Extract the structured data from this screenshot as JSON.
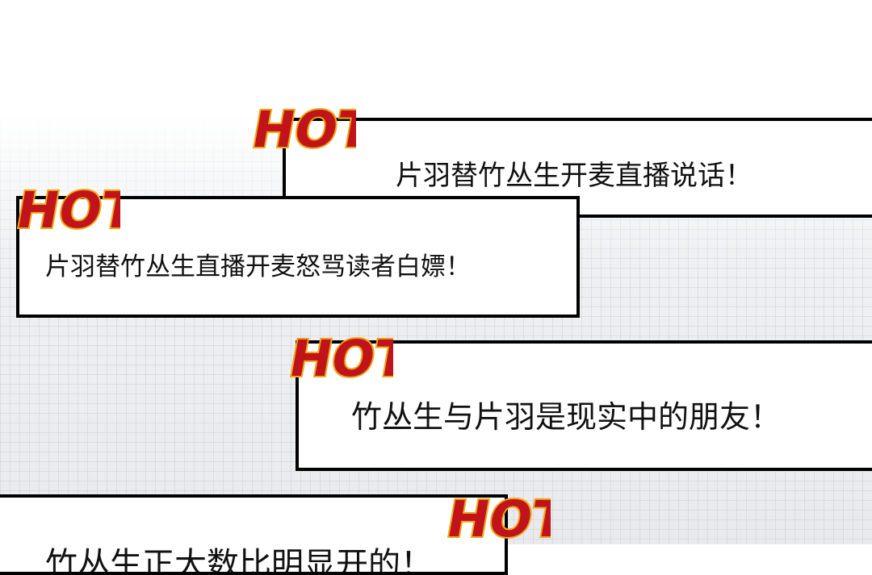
{
  "headlines": [
    {
      "badge": "HOT!",
      "text": "片羽替竹丛生开麦直播说话！"
    },
    {
      "badge": "HOT!",
      "text": "片羽替竹丛生直播开麦怒骂读者白嫖！"
    },
    {
      "badge": "HOT!",
      "text": "竹丛生与片羽是现实中的朋友！"
    },
    {
      "badge": "HOT!",
      "text": "竹丛生正大数比明显开的！"
    }
  ],
  "colors": {
    "badge_fill": "#c0141a",
    "badge_outline": "#f0a818",
    "border": "#000000"
  }
}
